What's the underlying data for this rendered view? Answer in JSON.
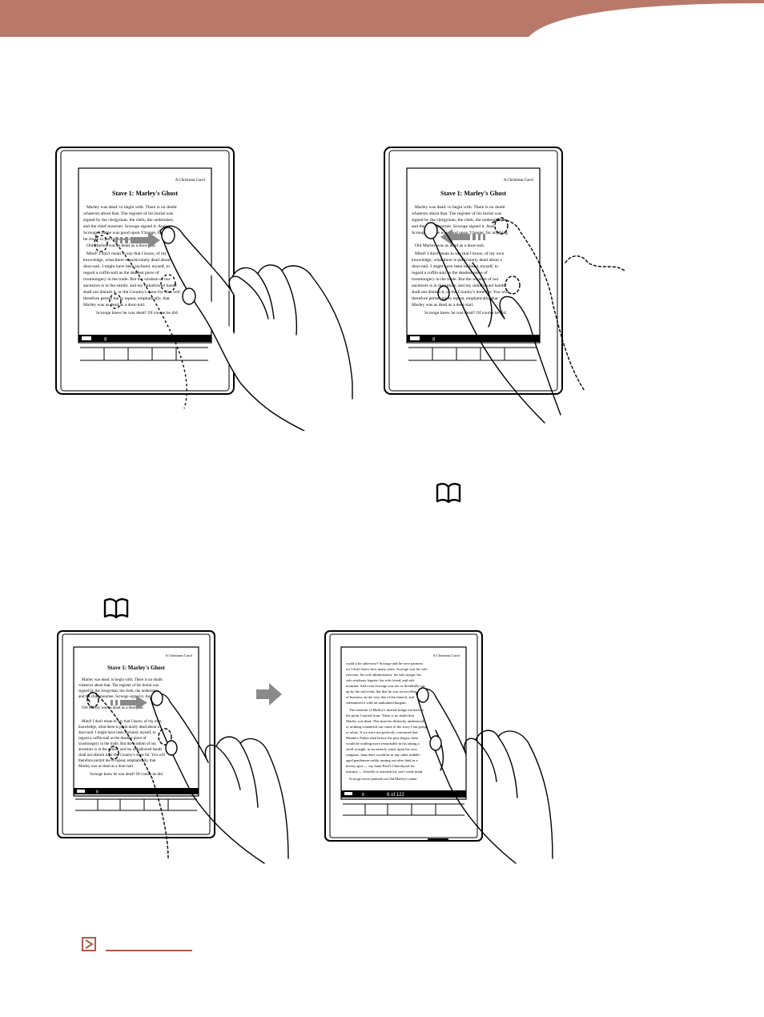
{
  "colors": {
    "header_band": "#b8786a",
    "link": "#b35a4a",
    "arrow": "#8a8a8a",
    "ink": "#000000"
  },
  "figures": [
    {
      "book_title": "A Christmas Carol",
      "chapter": "Stave 1: Marley's Ghost",
      "text_lines": [
        "Marley was dead: to begin with. There is no doubt",
        "whatever about that. The register of his burial was",
        "signed by the clergyman, the clerk, the undertaker,",
        "and the chief mourner. Scrooge signed it. And",
        "Scrooge's name was good upon 'Change, for anything",
        "he chose to put his hand to.",
        "Old Marley was as dead as a door-nail.",
        "Mind! I don't mean to say that I know, of my own",
        "knowledge, what there is particularly dead about a",
        "door-nail. I might have been inclined, myself, to",
        "regard a coffin-nail as the deadest piece of",
        "ironmongery in the trade. But the wisdom of our",
        "ancestors is in the simile; and my unhallowed hands",
        "shall not disturb it, or the Country's done for. You will",
        "therefore permit me to repeat, emphatically, that",
        "Marley was as dead as a door-nail.",
        "Scrooge knew he was dead? Of course he did."
      ],
      "status_page": "8"
    },
    {
      "book_title": "A Christmas Carol",
      "chapter": "Stave 1: Marley's Ghost",
      "status_page": "8"
    },
    {
      "book_title": "A Christmas Carol",
      "chapter": "Stave 1: Marley's Ghost",
      "status_page": "8"
    },
    {
      "book_title": "A Christmas Carol",
      "text_lines": [
        "could it be otherwise? Scrooge and he were partners",
        "for I don't know how many years. Scrooge was his sole",
        "executor, his sole administrator, his sole assign, his",
        "sole residuary legatee, his sole friend, and sole",
        "mourner. And even Scrooge was not so dreadfully cut",
        "up by the sad event, but that he was an excellent man",
        "of business on the very day of the funeral, and",
        "solemnised it with an undoubted bargain.",
        "The mention of Marley's funeral brings me back to",
        "the point I started from. There is no doubt that",
        "Marley was dead. This must be distinctly understood,",
        "or nothing wonderful can come of the story I am going",
        "to relate. If we were not perfectly convinced that",
        "Hamlet's Father died before the play began, there",
        "would be nothing more remarkable in his taking a",
        "stroll at night, in an easterly wind, upon his own",
        "ramparts, than there would be in any other middle-",
        "aged gentleman rashly turning out after dark in a",
        "breezy spot — say Saint Paul's Churchyard for",
        "instance — literally to astonish his son's weak mind.",
        "Scrooge never painted out Old Marley's name."
      ],
      "status_page": "8",
      "page_indicator": "6 of 122"
    }
  ]
}
